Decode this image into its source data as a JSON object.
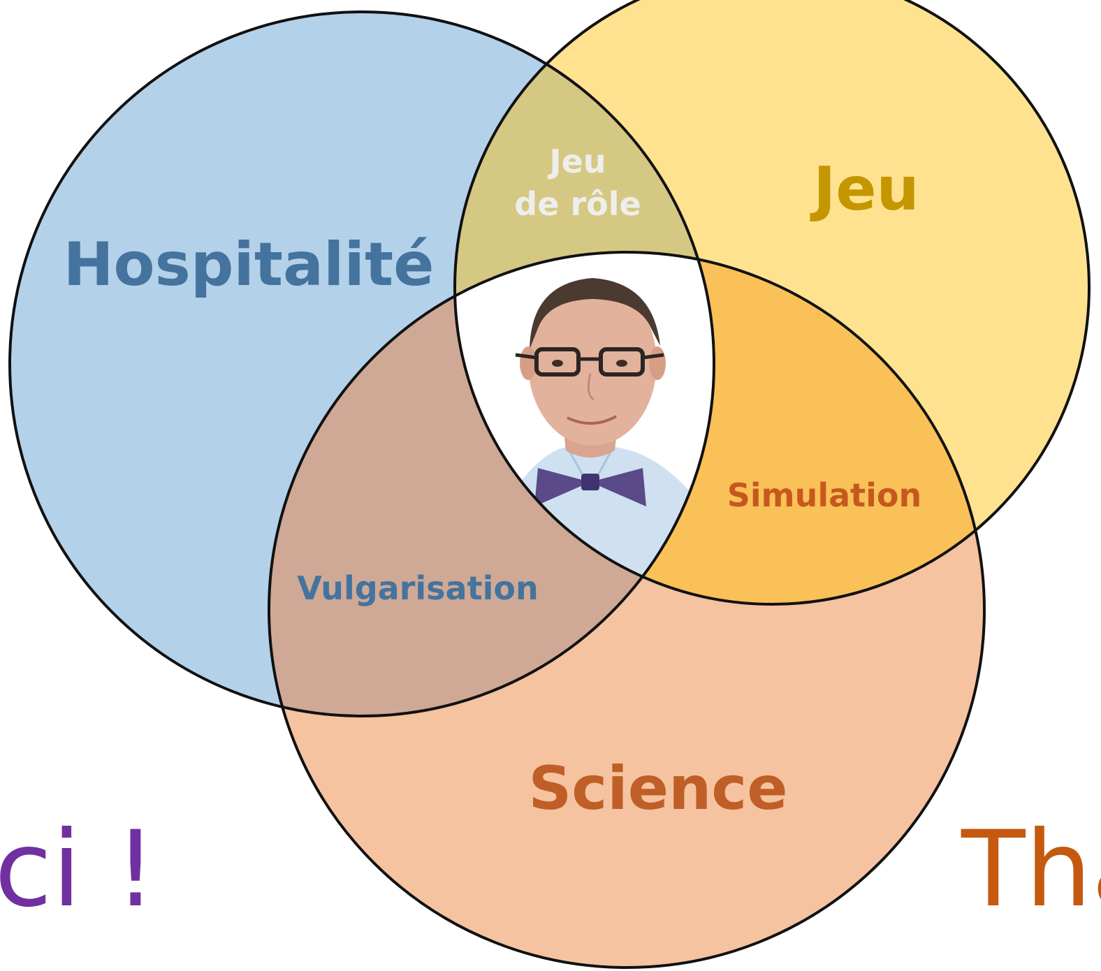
{
  "colors": {
    "hospitalite_fill": "#b4d1ea",
    "jeu_fill": "#fee290",
    "science_fill": "#f5c3a0",
    "hospitalite_jeu_overlap": "#d5c882",
    "hospitalite_science_overlap": "#cfa995",
    "jeu_science_overlap": "#f9c157",
    "center_fill": "#ffffff",
    "outline": "#111111",
    "hospitalite_text": "#44739d",
    "jeu_text": "#c49700",
    "science_text": "#bf5e27",
    "jeu_de_role_text": "#eeeeee",
    "simulation_text": "#c6581f",
    "vulgarisation_text": "#44739d",
    "merci_text": "#7030a0",
    "thanks_text": "#c5590f"
  },
  "labels": {
    "hospitalite": "Hospitalité",
    "jeu": "Jeu",
    "science": "Science",
    "jeu_de_role_line1": "Jeu",
    "jeu_de_role_line2": "de rôle",
    "simulation": "Simulation",
    "vulgarisation": "Vulgarisation"
  },
  "side_text": {
    "left": "ci !",
    "right": "Tha"
  },
  "center_image": {
    "description_icon": "portrait-photo"
  }
}
